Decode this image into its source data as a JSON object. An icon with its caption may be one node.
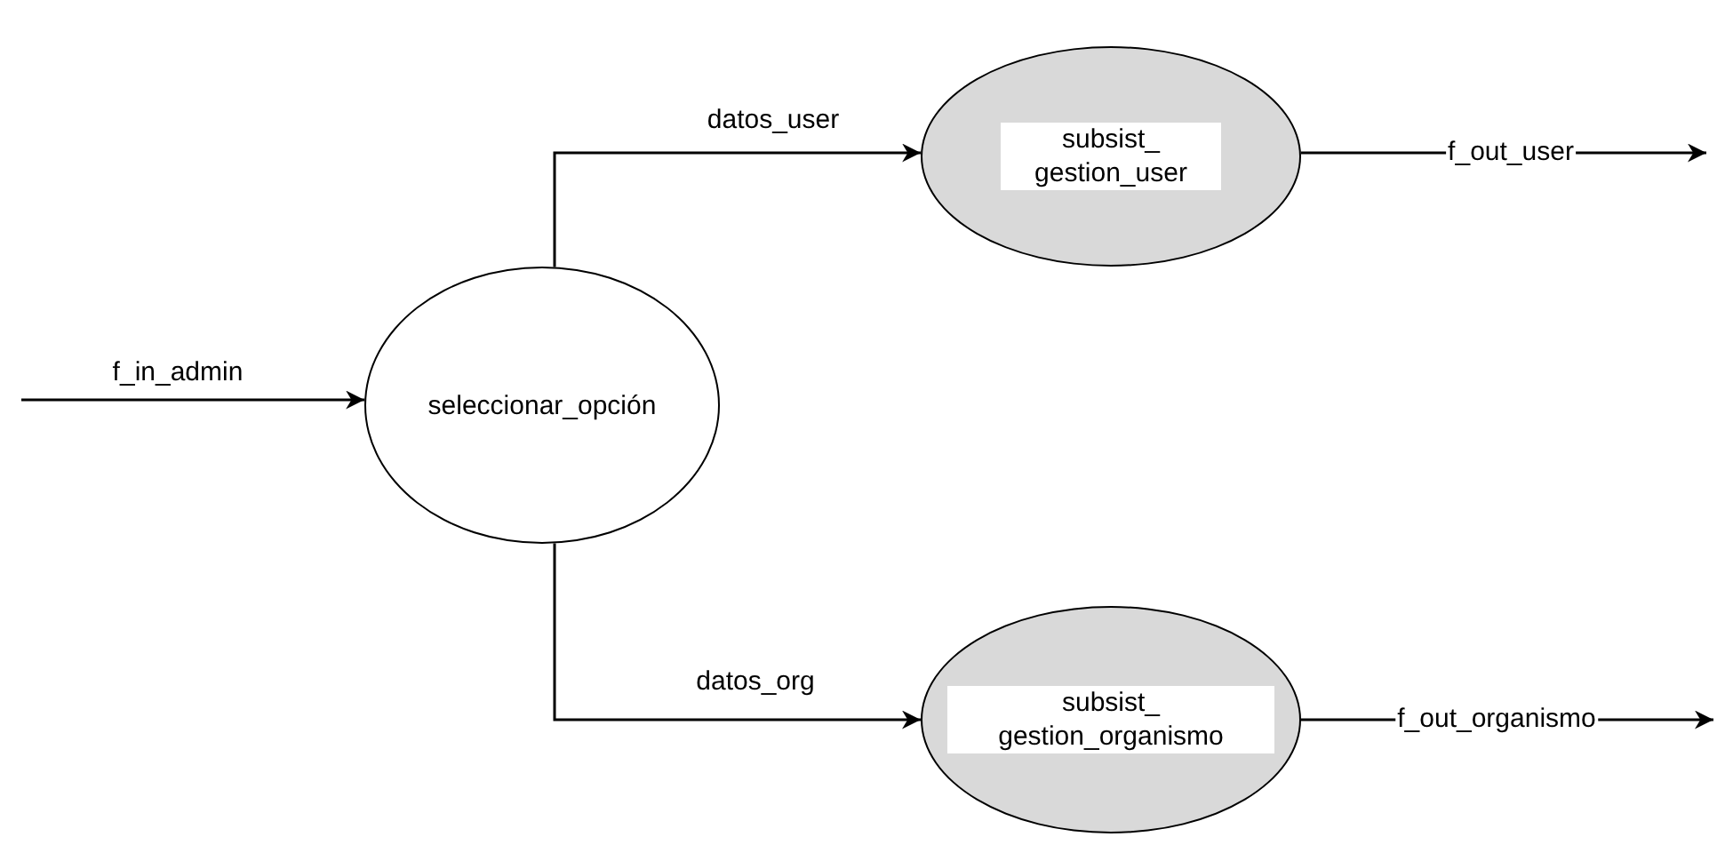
{
  "diagram": {
    "nodes": [
      {
        "text": [
          "seleccionar_opción"
        ]
      },
      {
        "text": [
          "subsist_ gestion_user"
        ]
      },
      {
        "text": [
          "subsist_ gestion_organismo"
        ]
      }
    ],
    "edges": [
      {
        "from": null,
        "to": 0,
        "arrow": "to",
        "label": "f_in_admin"
      },
      {
        "from": 0,
        "to": 1,
        "arrow": "to",
        "label": "datos_user"
      },
      {
        "from": 0,
        "to": 2,
        "arrow": "to",
        "label": "datos_org"
      },
      {
        "from": 1,
        "to": null,
        "arrow": "to",
        "label": "f_out_user"
      },
      {
        "from": 2,
        "to": null,
        "arrow": "to",
        "label": "f_out_organismo"
      }
    ]
  }
}
